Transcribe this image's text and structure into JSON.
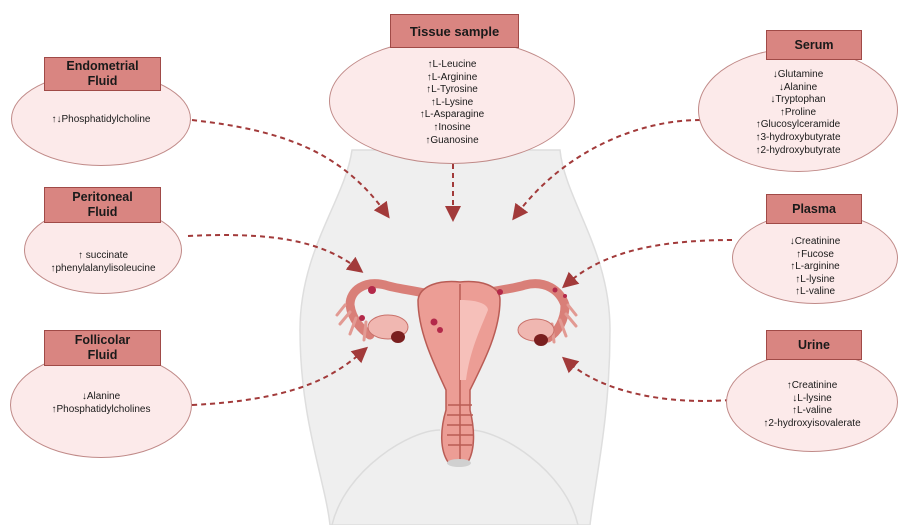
{
  "palette": {
    "box_fill": "#d98581",
    "box_border": "#a04a47",
    "ellipse_fill": "#fceaea",
    "arrow_color": "#a23a3a",
    "organ_color": "#e8a09a",
    "body_color": "#eeeeee"
  },
  "panels": {
    "endometrial": {
      "title_line1": "Endometrial",
      "title_line2": "Fluid",
      "items": [
        "↑↓Phosphatidylcholine"
      ]
    },
    "peritoneal": {
      "title_line1": "Peritoneal",
      "title_line2": "Fluid",
      "items": [
        "↑ succinate",
        "↑phenylalanylisoleucine"
      ]
    },
    "follicular": {
      "title_line1": "Follicolar",
      "title_line2": "Fluid",
      "items": [
        "↓Alanine",
        "↑Phosphatidylcholines"
      ]
    },
    "tissue": {
      "title": "Tissue sample",
      "items": [
        "↑L-Leucine",
        "↑L-Arginine",
        "↑L-Tyrosine",
        "↑L-Lysine",
        "↑L-Asparagine",
        "↑Inosine",
        "↑Guanosine"
      ]
    },
    "serum": {
      "title": "Serum",
      "items": [
        "↓Glutamine",
        "↓Alanine",
        "↓Tryptophan",
        "↑Proline",
        "↑Glucosylceramide",
        "↑3-hydroxybutyrate",
        "↑2-hydroxybutyrate"
      ]
    },
    "plasma": {
      "title": "Plasma",
      "items": [
        "↓Creatinine",
        "↑Fucose",
        "↑L-arginine",
        "↑L-lysine",
        "↑L-valine"
      ]
    },
    "urine": {
      "title": "Urine",
      "items": [
        "↑Creatinine",
        "↓L-lysine",
        "↑L-valine",
        "↑2-hydroxyisovalerate"
      ]
    }
  }
}
